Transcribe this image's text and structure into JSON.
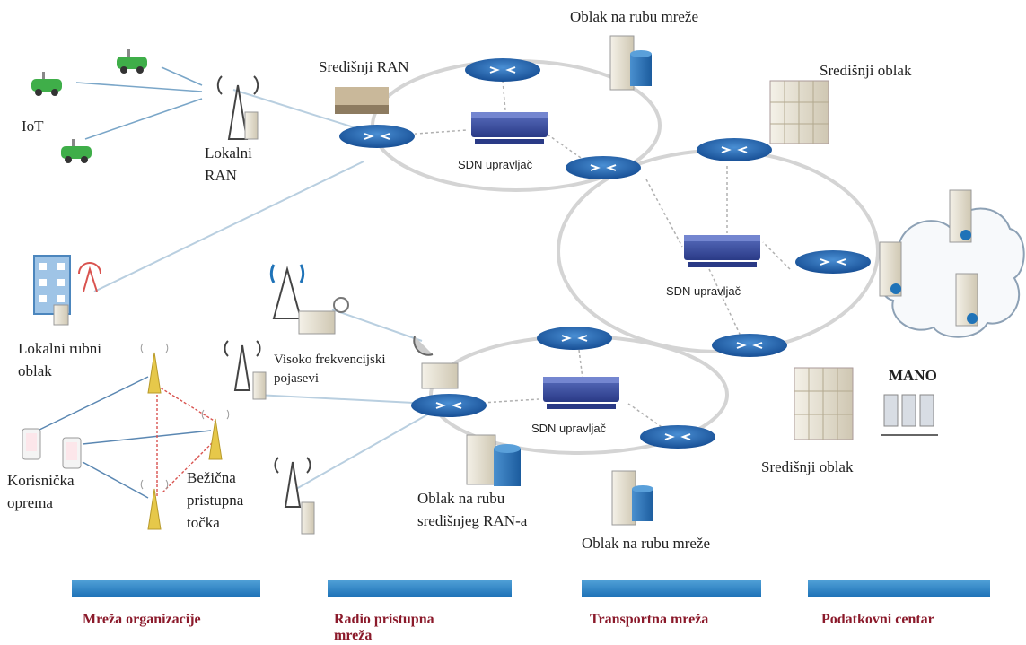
{
  "labels": {
    "iot": "IoT",
    "local_ran_1": "Lokalni",
    "local_ran_2": "RAN",
    "central_ran": "Središnji RAN",
    "sdn_top": "SDN upravljač",
    "sdn_right": "SDN upravljač",
    "sdn_bottom": "SDN upravljač",
    "edge_cloud_top": "Oblak na rubu mreže",
    "central_cloud_top": "Središnji oblak",
    "local_edge_cloud_1": "Lokalni rubni",
    "local_edge_cloud_2": "oblak",
    "high_freq_1": "Visoko frekvencijski",
    "high_freq_2": "pojasevi",
    "mano": "MANO",
    "central_cloud_bottom": "Središnji oblak",
    "user_equipment_1": "Korisnička",
    "user_equipment_2": "oprema",
    "wap_1": "Bežična",
    "wap_2": "pristupna",
    "wap_3": "točka",
    "edge_cloud_central_ran_1": "Oblak na rubu",
    "edge_cloud_central_ran_2": "središnjeg RAN-a",
    "edge_cloud_bottom": "Oblak na rubu mreže"
  },
  "sections": [
    {
      "name": "Mreža organizacije"
    },
    {
      "name": "Radio pristupna",
      "name2": "mreža"
    },
    {
      "name": "Transportna mreža"
    },
    {
      "name": "Podatkovni centar"
    }
  ],
  "colors": {
    "router": "#1f5fa8",
    "section_bar": "#2a7fc4",
    "section_text": "#8b1a2b",
    "ring": "#d0d0d0"
  }
}
